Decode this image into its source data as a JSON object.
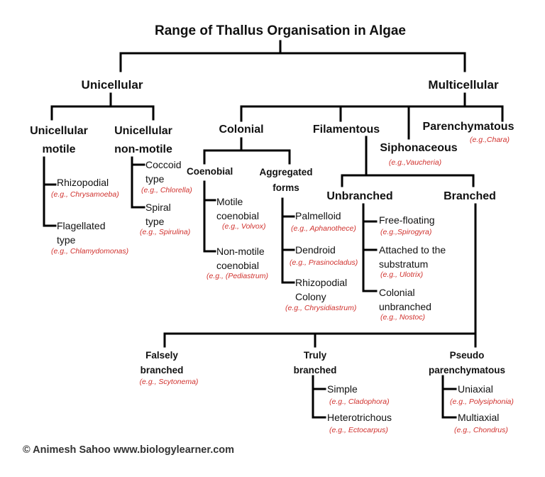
{
  "title": "Range of Thallus Organisation in Algae",
  "nodes": {
    "unicellular": "Unicellular",
    "multicellular": "Multicellular",
    "unicellular_motile": [
      "Unicellular",
      "motile"
    ],
    "unicellular_nonmotile": [
      "Unicellular",
      "non-motile"
    ],
    "rhizopodial": "Rhizopodial",
    "rhizopodial_ex": "(e.g., Chrysamoeba)",
    "flagellated": [
      "Flagellated",
      "type"
    ],
    "flagellated_ex": "(e.g., Chlamydomonas)",
    "coccoid": [
      "Coccoid",
      "type"
    ],
    "coccoid_ex": "(e.g., Chlorella)",
    "spiral": [
      "Spiral",
      "type"
    ],
    "spiral_ex": "(e.g., Spirulina)",
    "colonial": "Colonial",
    "filamentous": "Filamentous",
    "siphonaceous": "Siphonaceous",
    "siphonaceous_ex": "(e.g.,Vaucheria)",
    "parenchymatous": "Parenchymatous",
    "parenchymatous_ex": "(e.g.,Chara)",
    "coenobial": "Coenobial",
    "aggregated": [
      "Aggregated",
      "forms"
    ],
    "motile_coenobial": [
      "Motile",
      "coenobial"
    ],
    "motile_coenobial_ex": "(e.g., Volvox)",
    "nonmotile_coenobial": [
      "Non-motile",
      "coenobial"
    ],
    "nonmotile_coenobial_ex": "(e.g., (Pediastrum)",
    "palmelloid": "Palmelloid",
    "palmelloid_ex": "(e.g., Aphanothece)",
    "dendroid": "Dendroid",
    "dendroid_ex": "(e.g., Prasinocladus)",
    "rhizopodial_colony": [
      "Rhizopodial",
      "Colony"
    ],
    "rhizopodial_colony_ex": "(e.g., Chrysidiastrum)",
    "unbranched": "Unbranched",
    "branched": "Branched",
    "free_floating": "Free-floating",
    "free_floating_ex": "(e.g.,Spirogyra)",
    "attached": [
      "Attached to the",
      "substratum"
    ],
    "attached_ex": "(e.g., Ulotrix)",
    "colonial_unbranched": [
      "Colonial",
      "unbranched"
    ],
    "colonial_unbranched_ex": "(e.g., Nostoc)",
    "falsely_branched": [
      "Falsely",
      "branched"
    ],
    "falsely_branched_ex": "(e.g., Scytonema)",
    "truly_branched": [
      "Truly",
      "branched"
    ],
    "pseudo_parenchymatous": [
      "Pseudo",
      "parenchymatous"
    ],
    "simple": "Simple",
    "simple_ex": "(e.g., Cladophora)",
    "heterotrichous": "Heterotrichous",
    "heterotrichous_ex": "(e.g., Ectocarpus)",
    "uniaxial": "Uniaxial",
    "uniaxial_ex": "(e.g., Polysiphonia)",
    "multiaxial": "Multiaxial",
    "multiaxial_ex": "(e.g., Chondrus)"
  },
  "footer": "© Animesh Sahoo  www.biologylearner.com",
  "colors": {
    "line": "#000000",
    "example": "#d0312d",
    "text": "#111111"
  }
}
